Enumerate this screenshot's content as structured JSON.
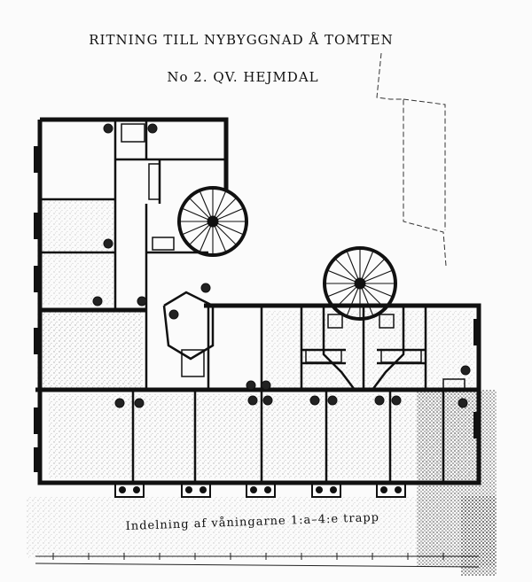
{
  "sheet": {
    "title_line1": "RITNING TILL NYBYGGNAD Å TOMTEN",
    "title_line2": "No 2. QV. HEJMDAL",
    "caption": "Indelning af våningarne 1:a–4:e trapp"
  },
  "colors": {
    "ink": "#111111",
    "paper": "#fbfbfb",
    "stipple": "#555555"
  }
}
